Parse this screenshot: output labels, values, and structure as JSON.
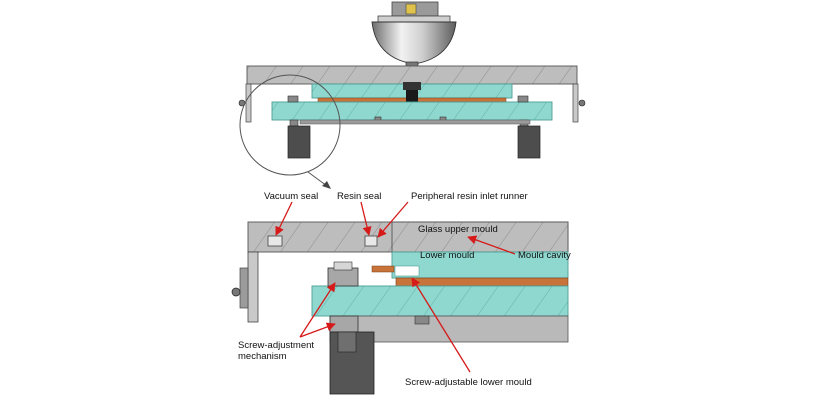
{
  "labels": {
    "vacuum_seal": "Vacuum seal",
    "resin_seal": "Resin seal",
    "peripheral_runner": "Peripheral resin inlet runner",
    "glass_upper_mould": "Glass upper mould",
    "lower_mould": "Lower mould",
    "mould_cavity": "Mould cavity",
    "screw_adjustment_line1": "Screw-adjustment",
    "screw_adjustment_line2": "mechanism",
    "screw_adjustable_lower_mould": "Screw-adjustable lower mould"
  },
  "colors": {
    "glass_mould": "#8fd8cf",
    "glass_edge": "#4a9e95",
    "steel_grey": "#b9b9b9",
    "dark_grey": "#5a5a5a",
    "resin_copper": "#c8733a",
    "arrow_red": "#d61a1a"
  }
}
